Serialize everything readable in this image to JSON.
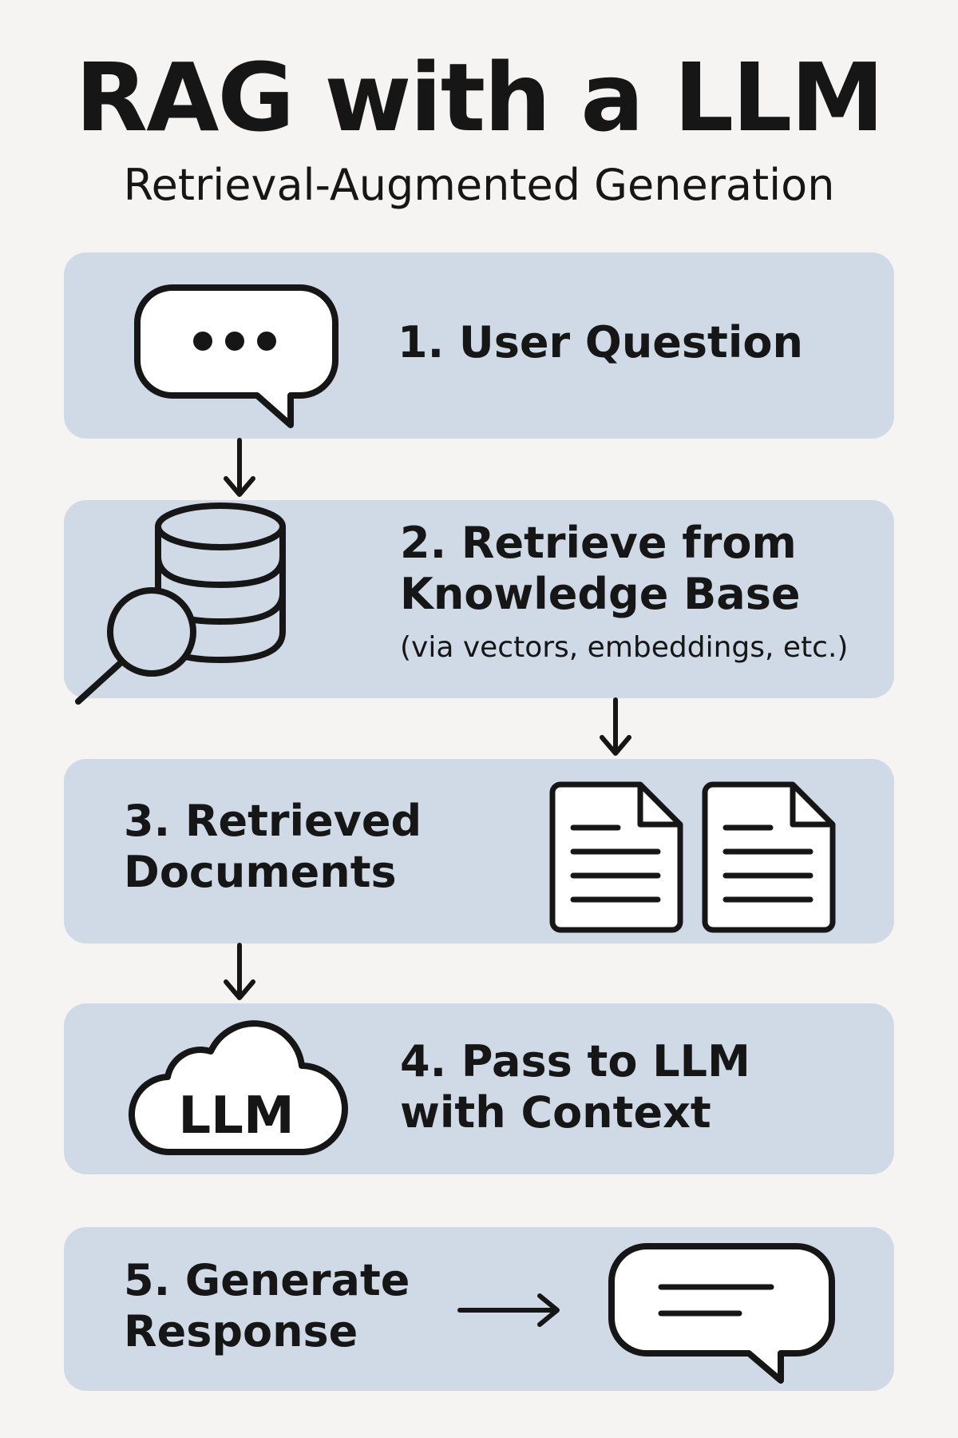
{
  "title": "RAG with a LLM",
  "subtitle": "Retrieval-Augmented Generation",
  "steps": [
    {
      "line1": "1. User Question",
      "icon": "chat-bubble-ellipsis-icon"
    },
    {
      "line1": "2. Retrieve from",
      "line2": "Knowledge Base",
      "note": "(via vectors, embeddings, etc.)",
      "icon": "database-search-icon"
    },
    {
      "line1": "3. Retrieved",
      "line2": "Documents",
      "icon": "document-icon"
    },
    {
      "line1": "4. Pass to LLM",
      "line2": "with Context",
      "icon_text": "LLM",
      "icon": "cloud-icon"
    },
    {
      "line1": "5. Generate",
      "line2": "Response",
      "icon": "chat-bubble-lines-icon"
    }
  ],
  "colors": {
    "background": "#f6f4f3",
    "step_fill": "#cfdae6",
    "ink": "#161616"
  }
}
